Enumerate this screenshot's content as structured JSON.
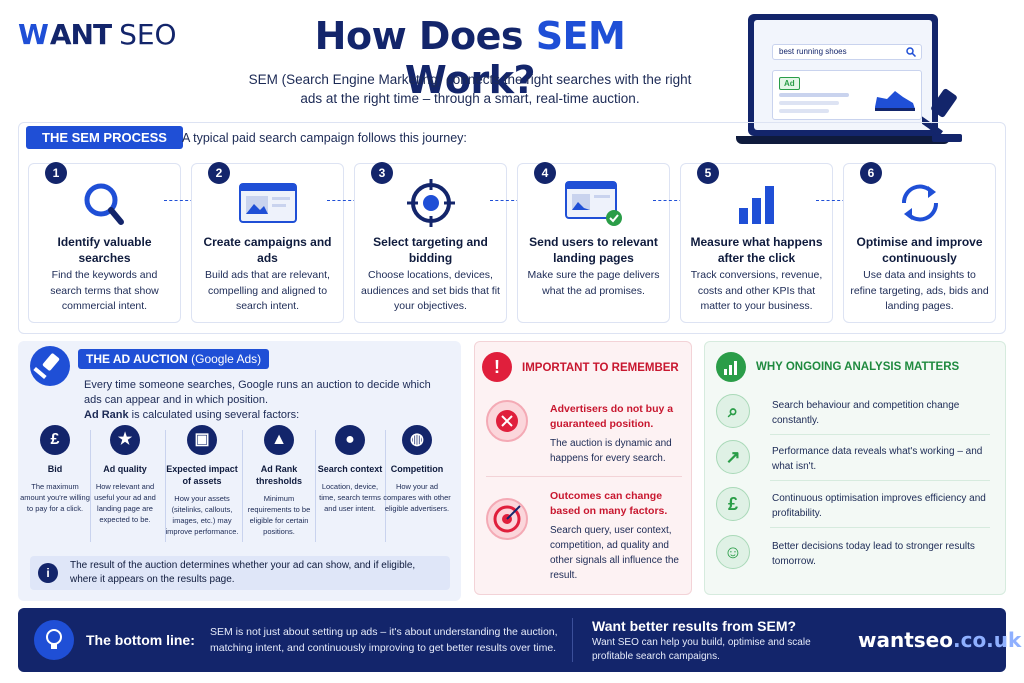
{
  "brand": {
    "mark": "W",
    "word": "ANT",
    "word2": "SEO"
  },
  "title": {
    "pre": "How Does ",
    "highlight": "SEM",
    "post": " Work?"
  },
  "intro": "SEM (Search Engine Marketing) connects the right searches with the right ads at the right time – through a smart, real-time auction.",
  "illustration": {
    "search_text": "best running shoes",
    "ad_tag": "Ad"
  },
  "process": {
    "tag": "THE SEM PROCESS",
    "subtitle": "A typical paid search campaign follows this journey:",
    "steps": [
      {
        "num": "1",
        "title": "Identify valuable searches",
        "desc": "Find the keywords and search terms that show commercial intent.",
        "icon": "magnifier-icon"
      },
      {
        "num": "2",
        "title": "Create campaigns and ads",
        "desc": "Build ads that are relevant, compelling and aligned to search intent.",
        "icon": "ad-window-icon"
      },
      {
        "num": "3",
        "title": "Select targeting and bidding",
        "desc": "Choose locations, devices, audiences and set bids that fit your objectives.",
        "icon": "target-icon"
      },
      {
        "num": "4",
        "title": "Send users to relevant landing pages",
        "desc": "Make sure the page delivers what the ad promises.",
        "icon": "landing-page-icon"
      },
      {
        "num": "5",
        "title": "Measure what happens after the click",
        "desc": "Track conversions, revenue, costs and other KPIs that matter to your business.",
        "icon": "bar-chart-icon"
      },
      {
        "num": "6",
        "title": "Optimise and improve continuously",
        "desc": "Use data and insights to refine targeting, ads, bids and landing pages.",
        "icon": "refresh-icon"
      }
    ]
  },
  "auction": {
    "tag_bold": "THE AD AUCTION",
    "tag_rest": " (Google Ads)",
    "text1": "Every time someone searches, Google runs an auction to decide which ads can appear and in which position.",
    "text2_bold": "Ad Rank",
    "text2_rest": " is calculated using several factors:",
    "factors": [
      {
        "title": "Bid",
        "desc": "The maximum amount you're willing to pay for a click.",
        "glyph": "£"
      },
      {
        "title": "Ad quality",
        "desc": "How relevant and useful your ad and landing page are expected to be.",
        "glyph": "★"
      },
      {
        "title": "Expected impact of assets",
        "desc": "How your assets (sitelinks, callouts, images, etc.) may improve performance.",
        "glyph": "▣"
      },
      {
        "title": "Ad Rank thresholds",
        "desc": "Minimum requirements to be eligible for certain positions.",
        "glyph": "▲"
      },
      {
        "title": "Search context",
        "desc": "Location, device, time, search terms and user intent.",
        "glyph": "●"
      },
      {
        "title": "Competition",
        "desc": "How your ad compares with other eligible advertisers.",
        "glyph": "◍"
      }
    ],
    "info": "The result of the auction determines whether your ad can show, and if eligible, where it appears on the results page."
  },
  "important": {
    "title": "IMPORTANT TO REMEMBER",
    "items": [
      {
        "heading": "Advertisers do not buy a guaranteed position.",
        "desc": "The auction is dynamic and happens for every search."
      },
      {
        "heading": "Outcomes can change based on many factors.",
        "desc": "Search query, user context, competition, ad quality and other signals all influence the result."
      }
    ]
  },
  "why": {
    "title": "WHY ONGOING ANALYSIS MATTERS",
    "items": [
      {
        "text": "Search behaviour and competition change constantly.",
        "glyph": "⌕"
      },
      {
        "text": "Performance data reveals what's working – and what isn't.",
        "glyph": "↗"
      },
      {
        "text": "Continuous optimisation improves efficiency and profitability.",
        "glyph": "£"
      },
      {
        "text": "Better decisions today lead to stronger results tomorrow.",
        "glyph": "☺"
      }
    ]
  },
  "bottom": {
    "label": "The bottom line:",
    "text": "SEM is not just about setting up ads – it's about understanding the auction, matching intent, and continuously improving to get better results over time.",
    "cta_title": "Want better results from SEM?",
    "cta_desc": "Want SEO can help you build, optimise and scale profitable search campaigns.",
    "site_main": "wantseo",
    "site_tld": ".co.uk"
  },
  "colors": {
    "navy": "#13256b",
    "blue": "#1f4fd6",
    "red": "#e01f3c",
    "green": "#2a9d48"
  }
}
